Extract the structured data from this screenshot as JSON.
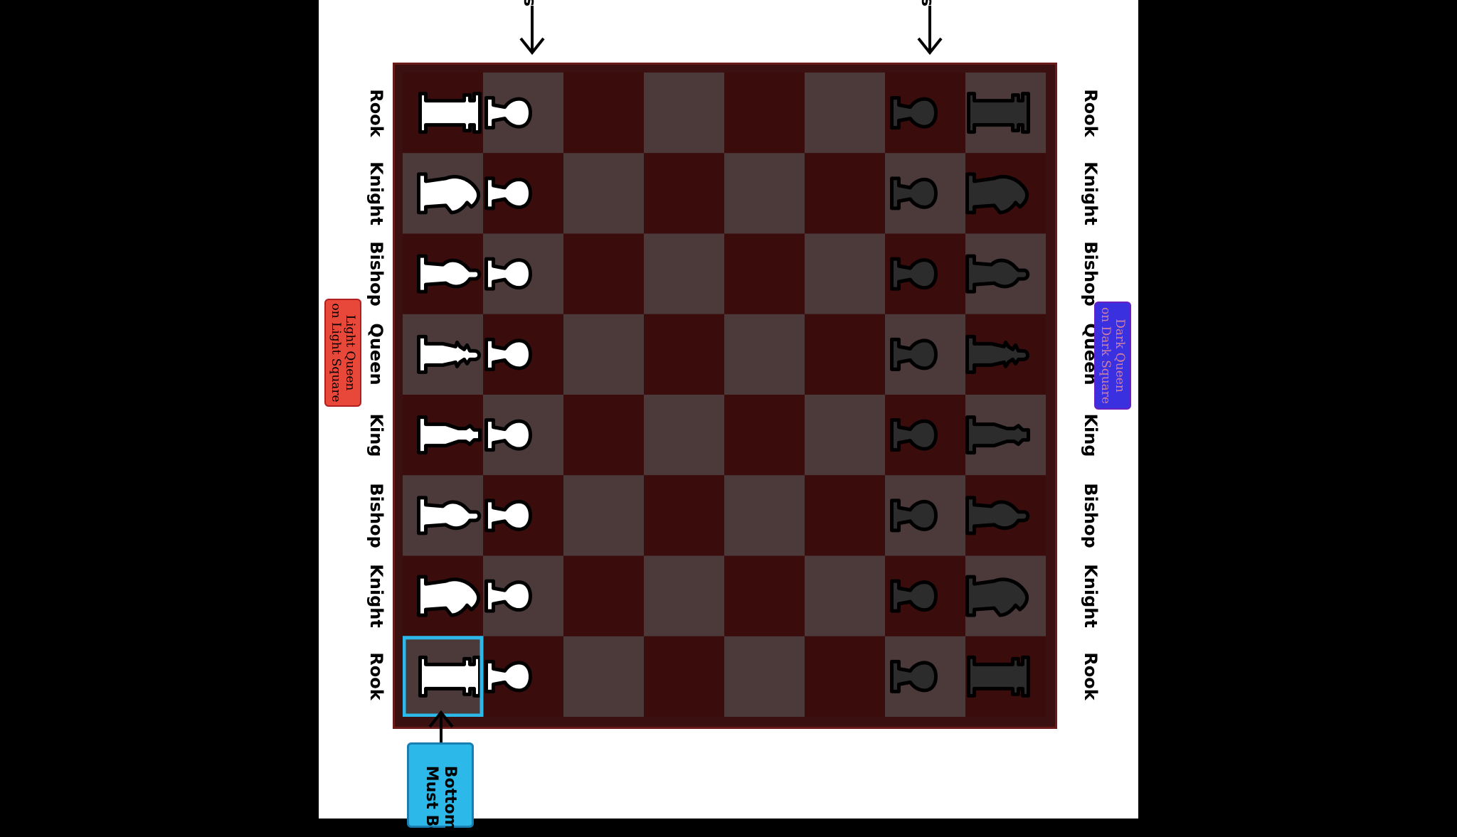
{
  "colors": {
    "dark_square": "#3a0c0c",
    "light_square": "#4c3a3a",
    "white_piece": "#ffffff",
    "black_piece": "#2c2c2c",
    "outline": "#000000",
    "highlight": "#2cb8e8"
  },
  "left_labels": [
    "Rook",
    "Knight",
    "Bishop",
    "Queen",
    "King",
    "Bishop",
    "Knight",
    "Rook"
  ],
  "right_labels": [
    "Rook",
    "Knight",
    "Bishop",
    "Queen",
    "King",
    "Bishop",
    "Knight",
    "Rook"
  ],
  "callouts": {
    "light_queen": "Light Queen\non Light Square",
    "dark_queen": "Dark Queen\non Dark Square",
    "bottom_right": "Bottom-\nMust Be"
  },
  "top_cut_text": [
    "s",
    "s"
  ],
  "pieces": {
    "white_back_rank": [
      "rook-icon",
      "knight-icon",
      "bishop-icon",
      "queen-icon",
      "king-icon",
      "bishop-icon",
      "knight-icon",
      "rook-icon"
    ],
    "black_back_rank": [
      "rook-icon",
      "knight-icon",
      "bishop-icon",
      "queen-icon",
      "king-icon",
      "bishop-icon",
      "knight-icon",
      "rook-icon"
    ],
    "pawn": "pawn-icon"
  }
}
